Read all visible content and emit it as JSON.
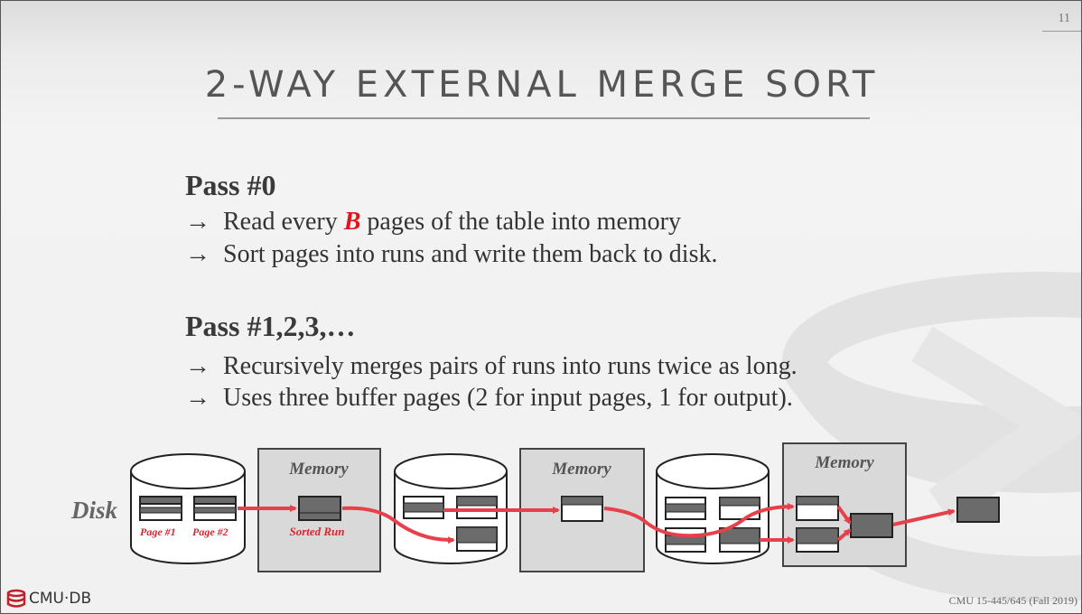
{
  "page_number": "11",
  "title": "2-WAY EXTERNAL MERGE SORT",
  "pass0": {
    "heading": "Pass #0",
    "bullets": [
      {
        "arrow": "→",
        "before": "Read every ",
        "var": "B",
        "after": " pages of the table into memory"
      },
      {
        "arrow": "→",
        "text": "Sort pages into runs and write them back to disk."
      }
    ]
  },
  "pass1": {
    "heading": "Pass #1,2,3,…",
    "bullets": [
      {
        "arrow": "→",
        "text": "Recursively merges pairs of runs into runs twice as long."
      },
      {
        "arrow": "→",
        "text": "Uses three buffer pages (2 for input pages, 1 for output)."
      }
    ]
  },
  "diagram": {
    "disk_label": "Disk",
    "memory_label": "Memory",
    "page1_label": "Page #1",
    "page2_label": "Page #2",
    "sorted_run_label": "Sorted Run",
    "colors": {
      "arrow": "#e8404a",
      "page_dark": "#6b6b6b",
      "border": "#222222",
      "box_fill": "#d9d9d9",
      "red_label": "#d9252e"
    }
  },
  "footer": {
    "logo": "CMU·DB",
    "course": "CMU 15-445/645 (Fall 2019)"
  }
}
